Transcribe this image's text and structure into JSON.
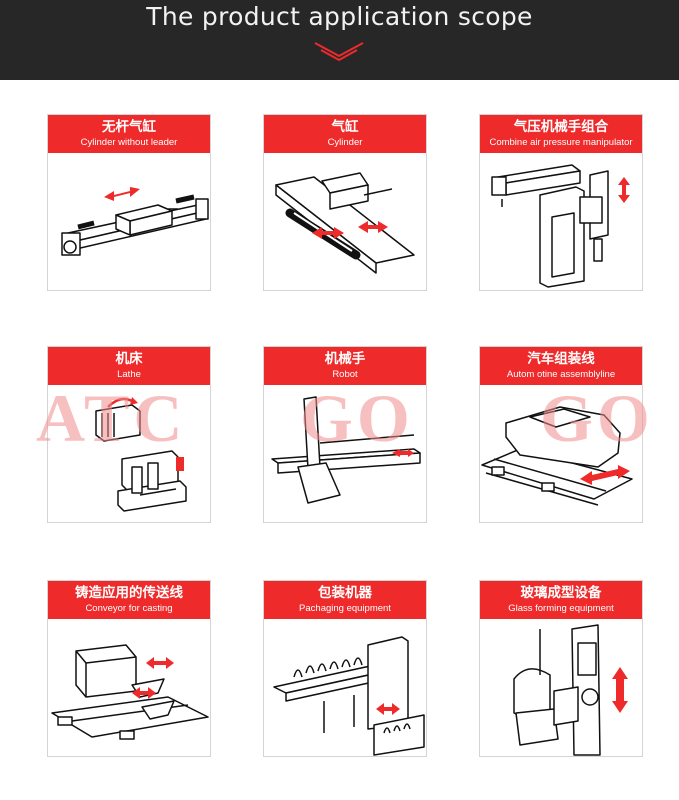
{
  "header": {
    "title": "The product application scope",
    "chevron_icon": "double-chevron-down-icon",
    "accent": "#ee2a2b",
    "bg": "#272727"
  },
  "watermark": [
    "ATC",
    "GO",
    "GO"
  ],
  "cards": [
    {
      "cn": "无杆气缸",
      "en": "Cylinder without leader",
      "icon": "rodless-cylinder-illustration"
    },
    {
      "cn": "气缸",
      "en": "Cylinder",
      "icon": "cylinder-illustration"
    },
    {
      "cn": "气压机械手组合",
      "en": "Combine air pressure manipulator",
      "icon": "manipulator-illustration"
    },
    {
      "cn": "机床",
      "en": "Lathe",
      "icon": "lathe-illustration"
    },
    {
      "cn": "机械手",
      "en": "Robot",
      "icon": "robot-arm-illustration"
    },
    {
      "cn": "汽车组装线",
      "en": "Autom otine assemblyline",
      "icon": "car-assembly-line-illustration"
    },
    {
      "cn": "铸造应用的传送线",
      "en": "Conveyor for casting",
      "icon": "casting-conveyor-illustration"
    },
    {
      "cn": "包装机器",
      "en": "Pachaging equipment",
      "icon": "packaging-machine-illustration"
    },
    {
      "cn": "玻璃成型设备",
      "en": "Glass forming equipment",
      "icon": "glass-forming-illustration"
    }
  ]
}
